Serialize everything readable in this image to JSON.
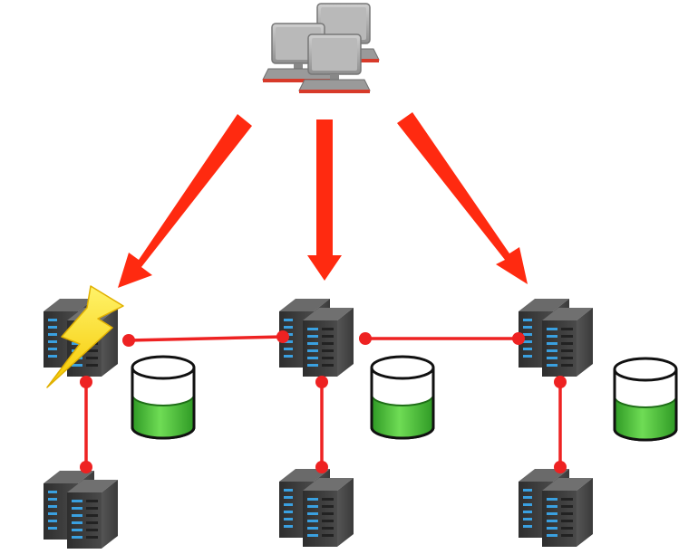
{
  "diagram": {
    "title": "",
    "client_cluster": {
      "icon": "client-workstations-icon",
      "count": 3
    },
    "servers": [
      {
        "id": "server-left-top",
        "icon": "server-rack-icon",
        "state": "failed",
        "alert_icon": "lightning-bolt-icon"
      },
      {
        "id": "server-middle-top",
        "icon": "server-rack-icon",
        "state": "ok"
      },
      {
        "id": "server-right-top",
        "icon": "server-rack-icon",
        "state": "ok"
      },
      {
        "id": "server-left-bottom",
        "icon": "server-rack-icon",
        "state": "ok"
      },
      {
        "id": "server-middle-bottom",
        "icon": "server-rack-icon",
        "state": "ok"
      },
      {
        "id": "server-right-bottom",
        "icon": "server-rack-icon",
        "state": "ok"
      }
    ],
    "databases": [
      {
        "id": "database-left",
        "icon": "database-cylinder-icon",
        "fill_level": 0.6
      },
      {
        "id": "database-middle",
        "icon": "database-cylinder-icon",
        "fill_level": 0.6
      },
      {
        "id": "database-right",
        "icon": "database-cylinder-icon",
        "fill_level": 0.6
      }
    ],
    "colors": {
      "arrow": "#ff2a10",
      "connector": "#ee2222",
      "server_body": "#3b3b3b",
      "server_led": "#3aa0e0",
      "db_fill": "#4cc23a",
      "bolt": "#ffe21a",
      "client_gray": "#a8a8a8"
    }
  }
}
